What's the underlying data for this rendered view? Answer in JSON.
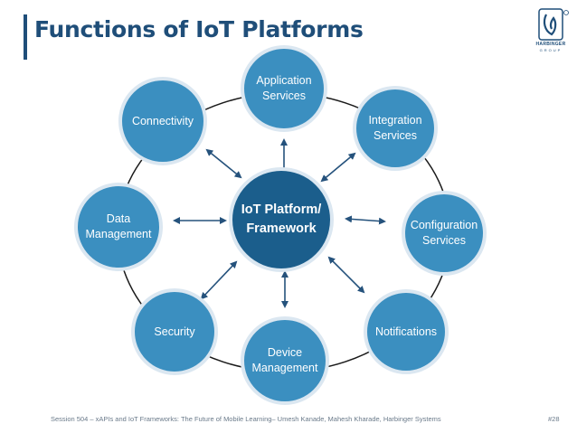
{
  "header": {
    "title": "Functions of IoT Platforms",
    "logo_text": "HARBINGER",
    "logo_sub": "GROUP"
  },
  "diagram": {
    "center": "IoT Platform/\nFramework",
    "nodes": [
      {
        "id": "application-services",
        "label": "Application\nServices"
      },
      {
        "id": "integration-services",
        "label": "Integration\nServices"
      },
      {
        "id": "configuration-services",
        "label": "Configuration\nServices"
      },
      {
        "id": "notifications",
        "label": "Notifications"
      },
      {
        "id": "device-management",
        "label": "Device\nManagement"
      },
      {
        "id": "security",
        "label": "Security"
      },
      {
        "id": "data-management",
        "label": "Data\nManagement"
      },
      {
        "id": "connectivity",
        "label": "Connectivity"
      }
    ]
  },
  "footer": {
    "text": "Session 504 – xAPIs and IoT Frameworks: The Future of Mobile Learning– Umesh Kanade, Mahesh Kharade, Harbinger Systems",
    "page": "#28"
  },
  "colors": {
    "node_fill": "#3b8fc0",
    "node_stroke": "#dbe7f1",
    "center_fill": "#1b5e8c",
    "arrow": "#25527c",
    "ring": "#1a1a1a",
    "title": "#1f4e79"
  }
}
